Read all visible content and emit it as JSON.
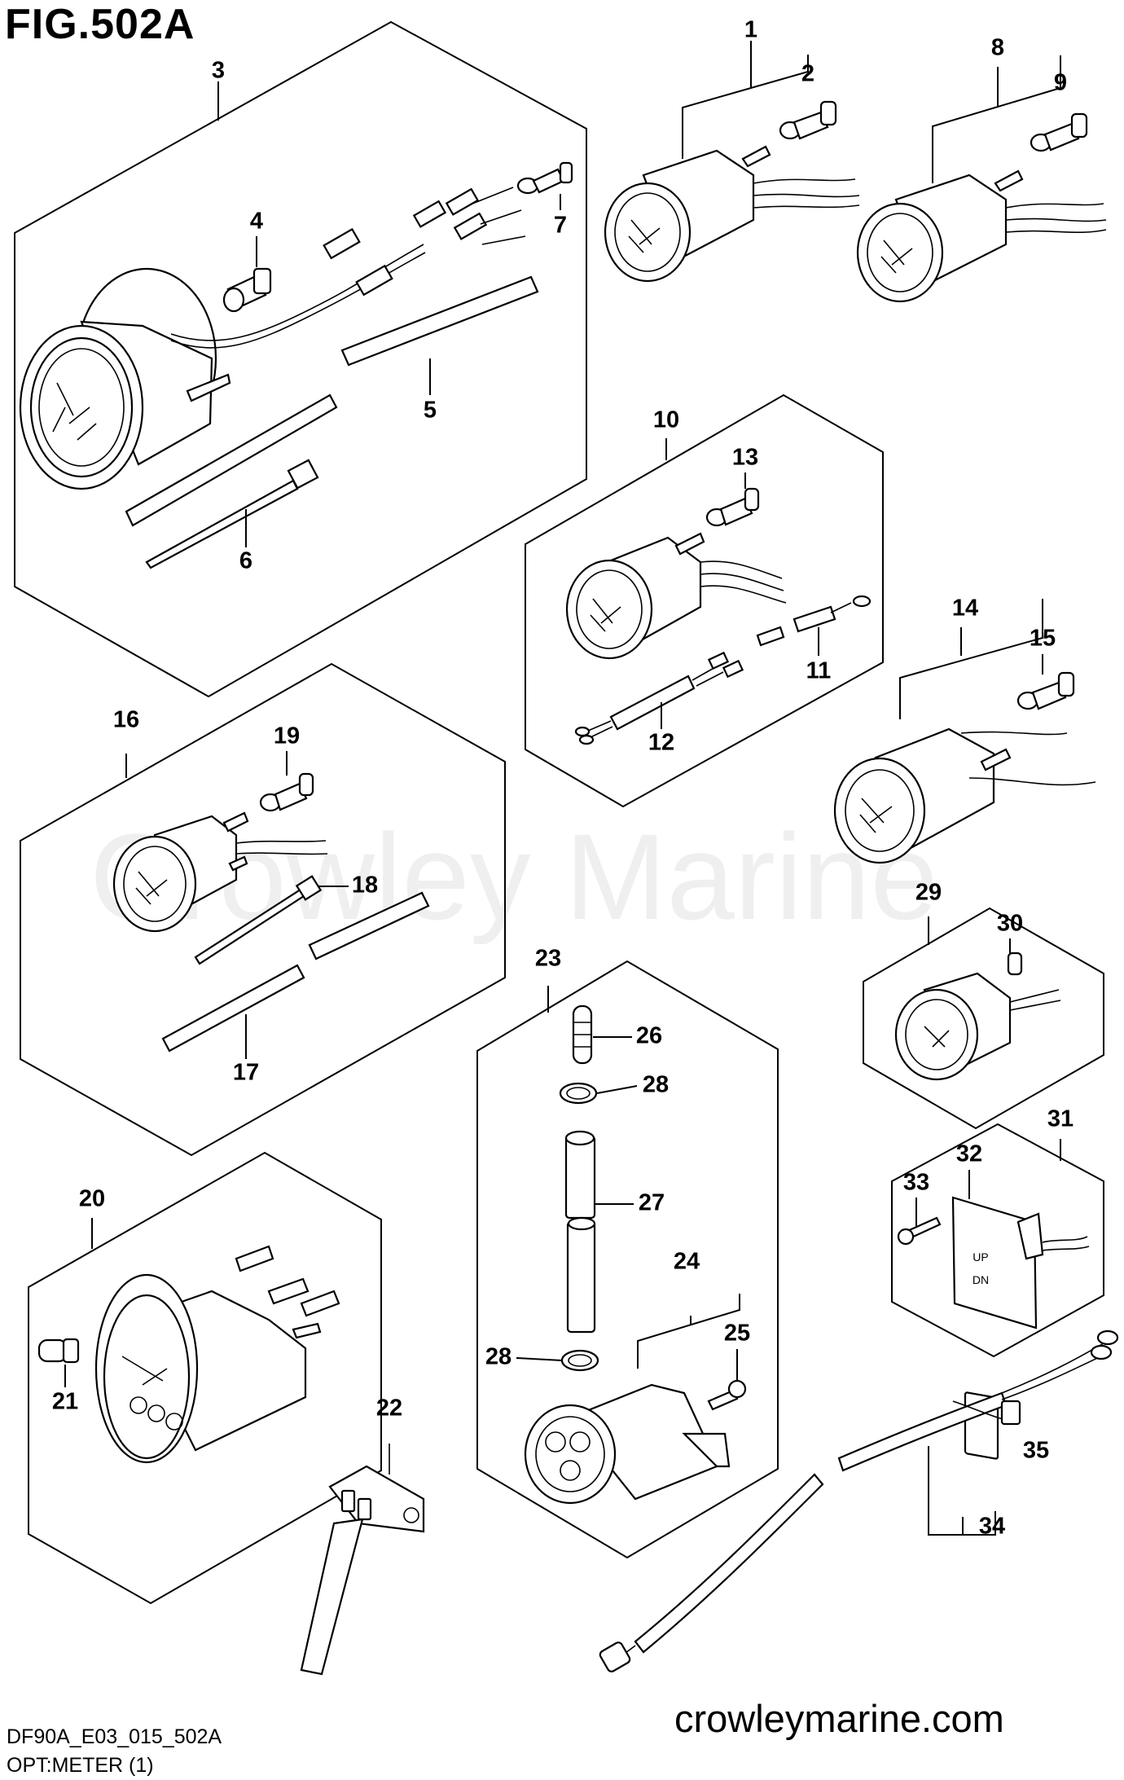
{
  "figure": {
    "title": "FIG.502A",
    "code": "DF90A_E03_015_502A",
    "subtitle": "OPT:METER (1)",
    "website": "crowleymarine.com",
    "watermark": "Crowley Marine"
  },
  "callouts": {
    "c1": "1",
    "c2": "2",
    "c3": "3",
    "c4": "4",
    "c5": "5",
    "c6": "6",
    "c7": "7",
    "c8": "8",
    "c9": "9",
    "c10": "10",
    "c11": "11",
    "c12": "12",
    "c13": "13",
    "c14": "14",
    "c15": "15",
    "c16": "16",
    "c17": "17",
    "c18": "18",
    "c19": "19",
    "c20": "20",
    "c21": "21",
    "c22": "22",
    "c23": "23",
    "c24": "24",
    "c25": "25",
    "c26": "26",
    "c27": "27",
    "c28a": "28",
    "c28b": "28",
    "c29": "29",
    "c30": "30",
    "c31": "31",
    "c32": "32",
    "c33": "33",
    "c34": "34",
    "c35": "35"
  },
  "switch_labels": {
    "up": "UP",
    "dn": "DN"
  },
  "colors": {
    "ink": "#000000",
    "paper": "#ffffff"
  }
}
